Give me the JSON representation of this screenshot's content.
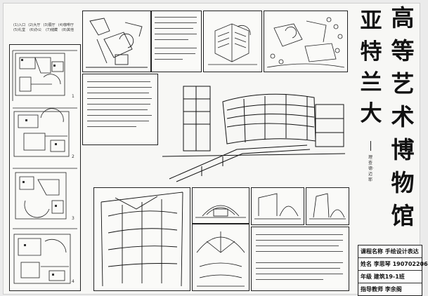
{
  "title": {
    "col1": [
      "高",
      "等",
      "艺",
      "术",
      "博",
      "物",
      "馆"
    ],
    "col2": [
      "亚",
      "特",
      "兰",
      "大"
    ],
    "architect": "理查德·迈耶"
  },
  "info": {
    "course": "课程名称 手绘设计表达",
    "name": "姓名 李思琴 190702206",
    "class": "年级 建筑19-1班",
    "teacher": "指导教师 李余阁"
  },
  "legend": {
    "row1": [
      "(1)入口",
      "(2)大厅",
      "(3)展厅",
      "(4)咖啡厅"
    ],
    "row2": [
      "(5)礼堂",
      "(6)办公",
      "(7)储藏",
      "(8)其他"
    ]
  },
  "floor_labels": [
    "1",
    "2",
    "3",
    "4"
  ]
}
